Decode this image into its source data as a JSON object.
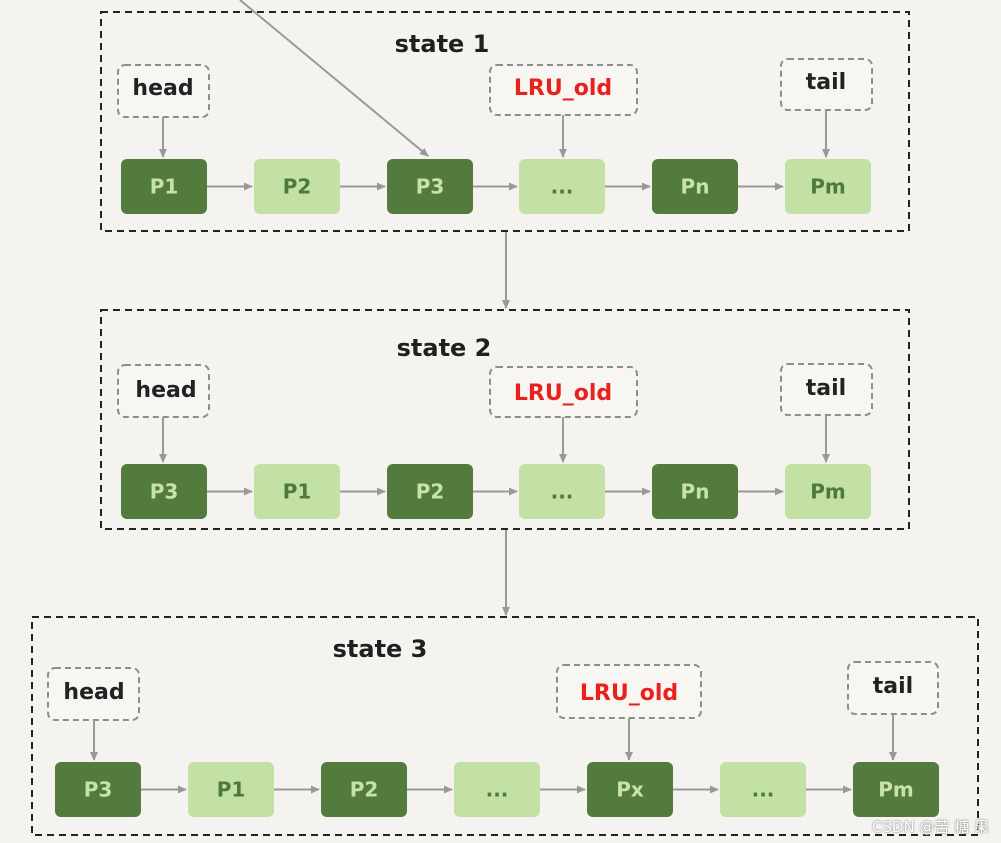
{
  "colors": {
    "dark_page": "#537b3d",
    "light_page": "#c3e0a5",
    "dark_page_text": "#c7e2af",
    "light_page_text": "#4d7a3b",
    "old_label": "#e8211d"
  },
  "states": [
    {
      "title": "state 1",
      "head_label": "head",
      "tail_label": "tail",
      "old_label": "LRU_old",
      "pages": [
        {
          "label": "P1",
          "style": "dark"
        },
        {
          "label": "P2",
          "style": "light"
        },
        {
          "label": "P3",
          "style": "dark"
        },
        {
          "label": "...",
          "style": "light"
        },
        {
          "label": "Pn",
          "style": "dark"
        },
        {
          "label": "Pm",
          "style": "light"
        }
      ]
    },
    {
      "title": "state 2",
      "head_label": "head",
      "tail_label": "tail",
      "old_label": "LRU_old",
      "pages": [
        {
          "label": "P3",
          "style": "dark"
        },
        {
          "label": "P1",
          "style": "light"
        },
        {
          "label": "P2",
          "style": "dark"
        },
        {
          "label": "...",
          "style": "light"
        },
        {
          "label": "Pn",
          "style": "dark"
        },
        {
          "label": "Pm",
          "style": "light"
        }
      ]
    },
    {
      "title": "state 3",
      "head_label": "head",
      "tail_label": "tail",
      "old_label": "LRU_old",
      "pages": [
        {
          "label": "P3",
          "style": "dark"
        },
        {
          "label": "P1",
          "style": "light"
        },
        {
          "label": "P2",
          "style": "dark"
        },
        {
          "label": "...",
          "style": "light"
        },
        {
          "label": "Px",
          "style": "dark"
        },
        {
          "label": "...",
          "style": "light"
        },
        {
          "label": "Pm",
          "style": "dark"
        }
      ]
    }
  ],
  "watermark": "CSDN @苦 糖 果"
}
